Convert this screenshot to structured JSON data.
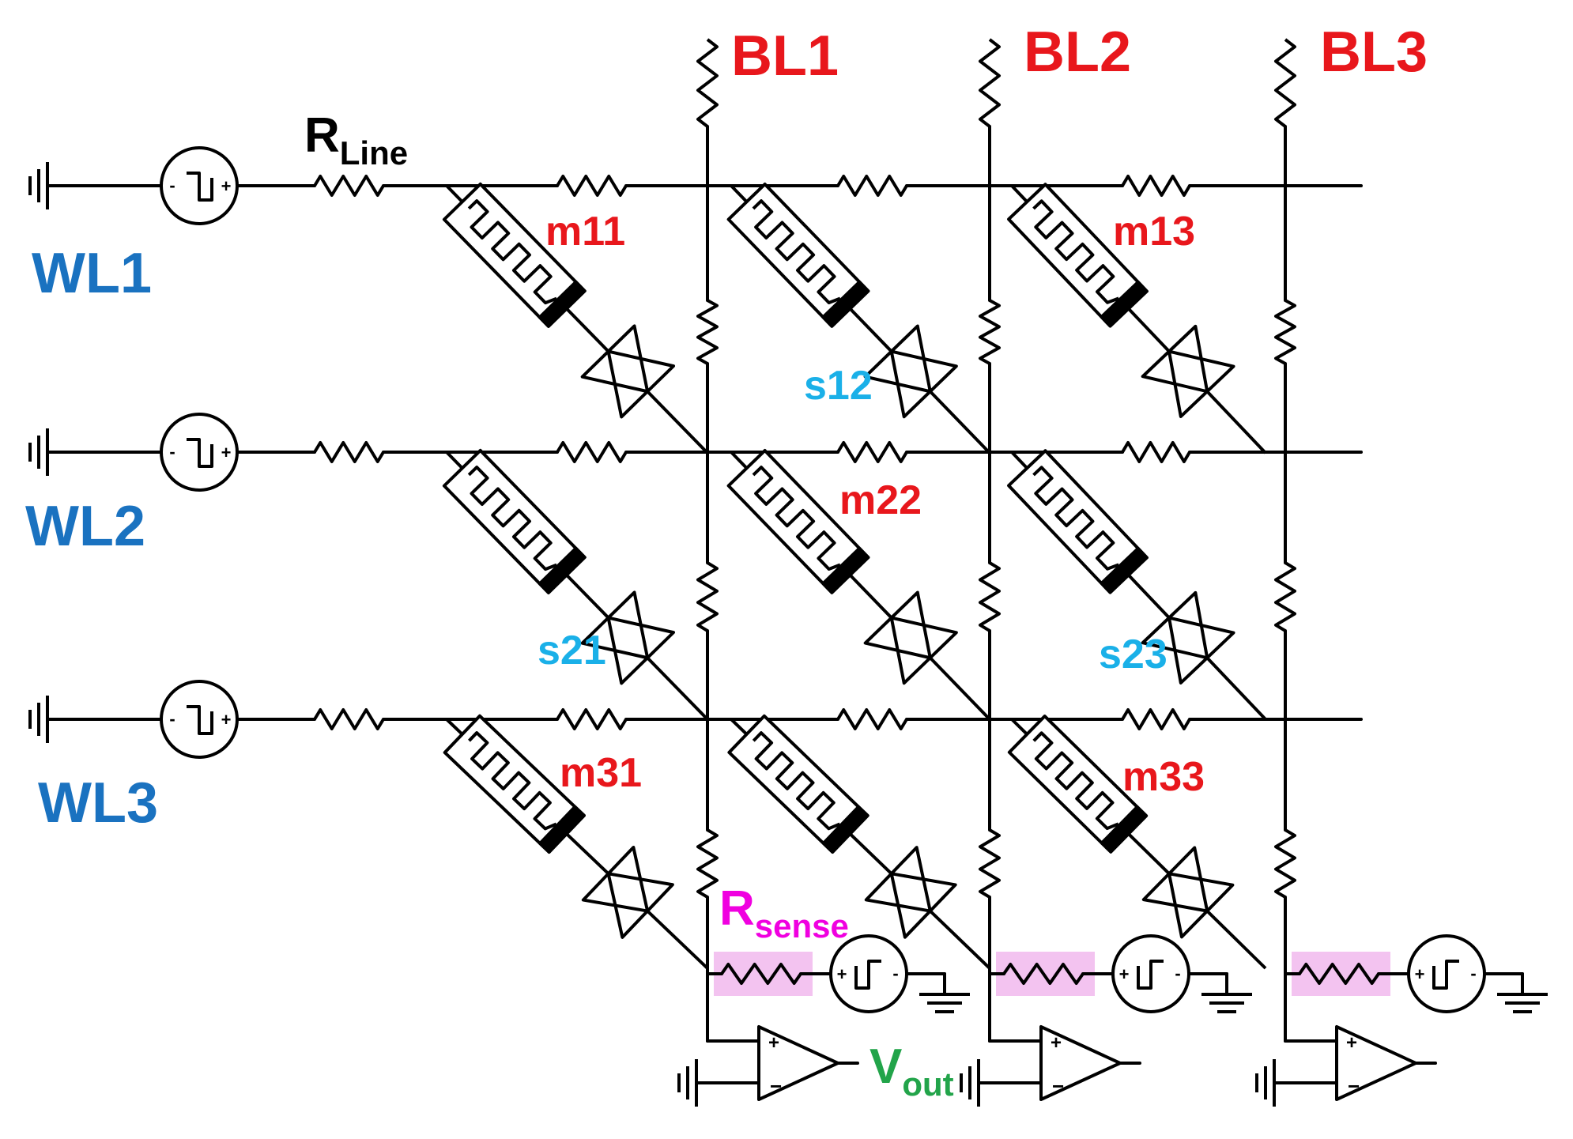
{
  "labels": {
    "bitlines": [
      "BL1",
      "BL2",
      "BL3"
    ],
    "wordlines": [
      "WL1",
      "WL2",
      "WL3"
    ],
    "rline": {
      "main": "R",
      "sub": "Line"
    },
    "rsense": {
      "main": "R",
      "sub": "sense"
    },
    "vout": {
      "main": "V",
      "sub": "out"
    },
    "memristors": [
      "m11",
      "m13",
      "m22",
      "m31",
      "m33"
    ],
    "selectors": [
      "s12",
      "s21",
      "s23"
    ],
    "source_polarity": {
      "plus": "+",
      "minus": "-"
    }
  },
  "colors": {
    "wire": "#000000",
    "bitline_label": "#e8171c",
    "memristor_label": "#e8171c",
    "wordline_label": "#1a72c0",
    "selector_label": "#1ab0e8",
    "rsense": "#f000e0",
    "rsense_highlight": "#f3c3f0",
    "vout": "#22a44a"
  }
}
